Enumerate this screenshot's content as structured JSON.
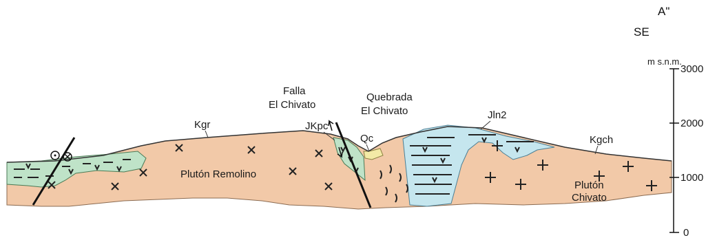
{
  "section_end": {
    "letter": "A\"",
    "direction": "SE"
  },
  "scale": {
    "unit": "m s.n.m.",
    "ticks": [
      "3000",
      "2000",
      "1000",
      "0"
    ]
  },
  "labels": {
    "fault_line1": "Falla",
    "fault_line2": "El Chivato",
    "creek_line1": "Quebrada",
    "creek_line2": "El Chivato",
    "kgr": "Kgr",
    "jkpc": "JKpc",
    "qc": "Qc",
    "jln2": "Jln2",
    "kgch": "Kgch",
    "pluton_remolino": "Plutón Remolino",
    "pluton_chivato_line1": "Plutón",
    "pluton_chivato_line2": "Chivato"
  },
  "colors": {
    "pluton": "#f2c9a8",
    "volcanic_green": "#bfe3c8",
    "limestone_blue": "#c5e6ee",
    "alluvium": "#f3eaa6"
  }
}
